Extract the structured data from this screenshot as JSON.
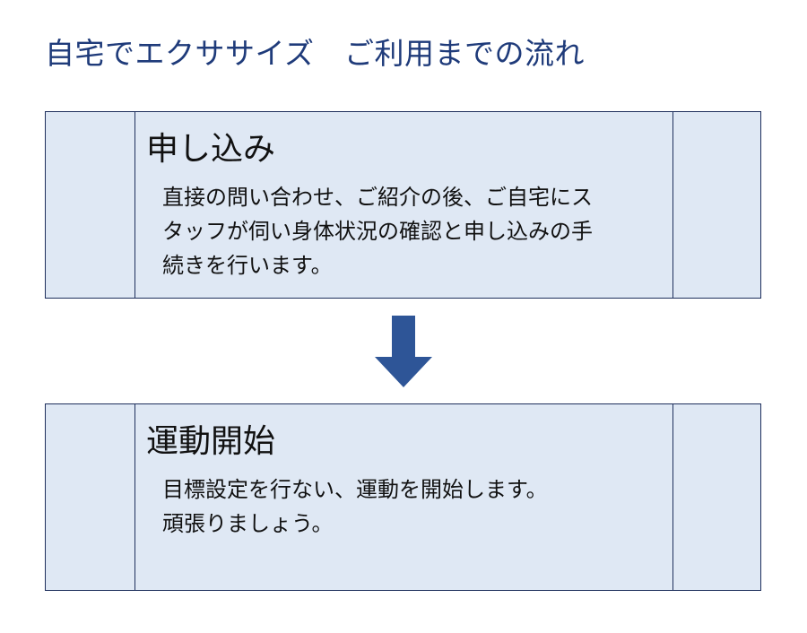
{
  "page_title": "自宅でエクササイズ　ご利用までの流れ",
  "steps": [
    {
      "title": "申し込み",
      "lines": [
        "直接の問い合わせ、ご紹介の後、ご自宅にス",
        "タッフが伺い身体状況の確認と申し込みの手",
        "続きを行います。"
      ]
    },
    {
      "title": "運動開始",
      "lines": [
        "目標設定を行ない、運動を開始します。",
        "頑張りましょう。"
      ]
    }
  ],
  "colors": {
    "title": "#1f3b7a",
    "box_fill": "#dfe8f4",
    "box_border": "#1e2f5c",
    "arrow": "#2e5597"
  },
  "icons": {
    "arrow": "down-arrow-icon"
  }
}
